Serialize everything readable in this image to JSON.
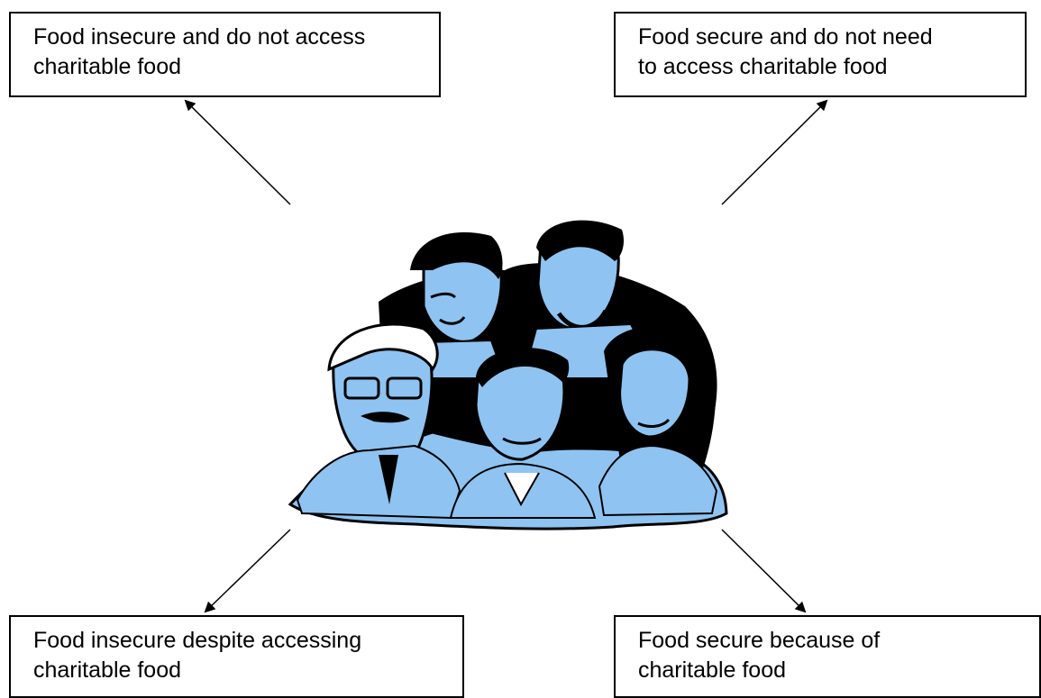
{
  "boxes": {
    "top_left": {
      "line1": "Food insecure and do not access",
      "line2": "charitable food"
    },
    "top_right": {
      "line1": "Food secure and do not need",
      "line2": "to access charitable food"
    },
    "bottom_left": {
      "line1": "Food insecure despite accessing",
      "line2": "charitable food"
    },
    "bottom_right": {
      "line1": "Food secure because of",
      "line2": "charitable food"
    }
  },
  "illustration": {
    "icon": "group-of-people-clipart",
    "people_count": 5,
    "colors": {
      "fill": "#8fc3f1",
      "ink": "#000000",
      "skin_highlight": "#ffffff"
    }
  }
}
